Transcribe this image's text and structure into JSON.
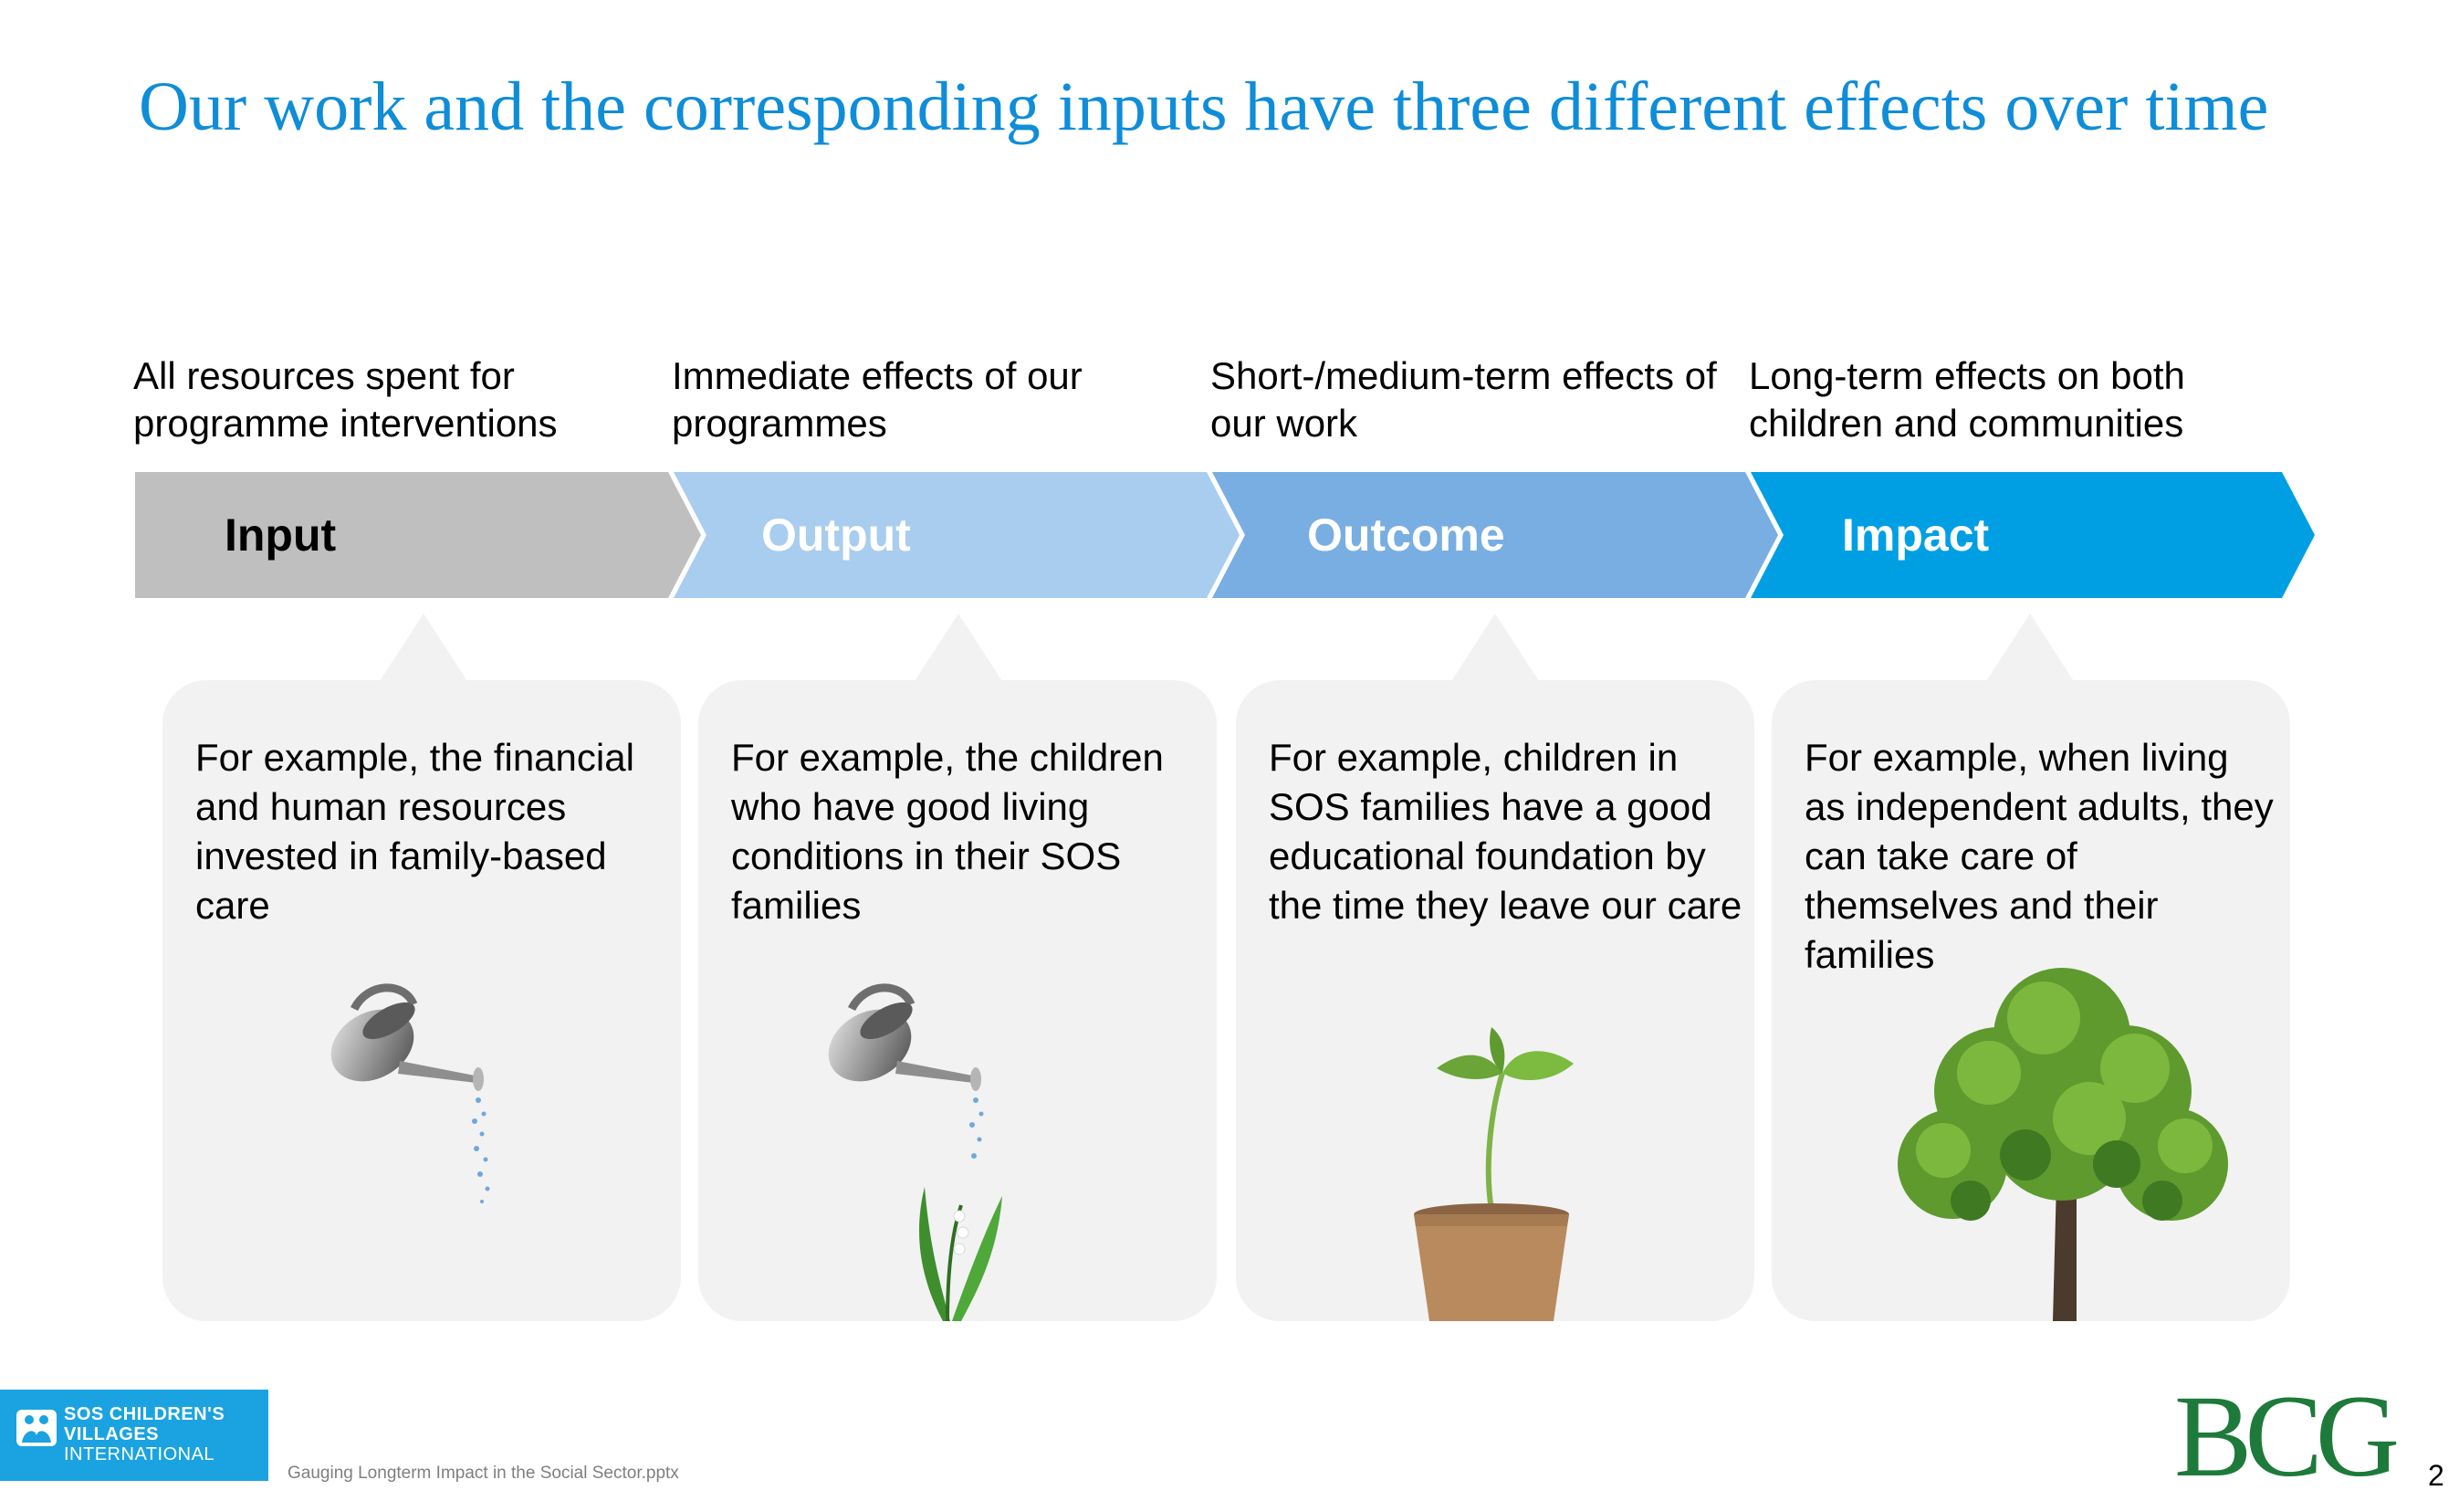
{
  "title": "Our work and the corresponding inputs have three different effects over time",
  "columns": [
    {
      "description": "All resources spent for programme interventions",
      "stage": "Input",
      "example": "For example, the financial and human resources invested in family-based care",
      "illustration": "watering-can-icon",
      "color": "#BFBFBF",
      "label_color": "#000000"
    },
    {
      "description": "Immediate effects of our programmes",
      "stage": "Output",
      "example": "For example, the children who have good living conditions in their SOS families",
      "illustration": "watering-can-flower-icon",
      "color": "#A9CDEE",
      "label_color": "#FFFFFF"
    },
    {
      "description": "Short-/medium-term effects of our work",
      "stage": "Outcome",
      "example": "For example, children in SOS families have a good educational foundation by the time they leave our care",
      "illustration": "seedling-pot-icon",
      "color": "#78AEE2",
      "label_color": "#FFFFFF"
    },
    {
      "description": "Long-term effects on both children and communities",
      "stage": "Impact",
      "example": "For example, when living as independent adults, they can take care of themselves and their families",
      "illustration": "tree-icon",
      "color": "#009FE3",
      "label_color": "#FFFFFF"
    }
  ],
  "footer": {
    "org_logo_line1": "SOS CHILDREN'S",
    "org_logo_line2": "VILLAGES",
    "org_logo_line3": "INTERNATIONAL",
    "filename": "Gauging Longterm Impact in the Social Sector.pptx",
    "brand": "BCG",
    "page_number": "2"
  }
}
